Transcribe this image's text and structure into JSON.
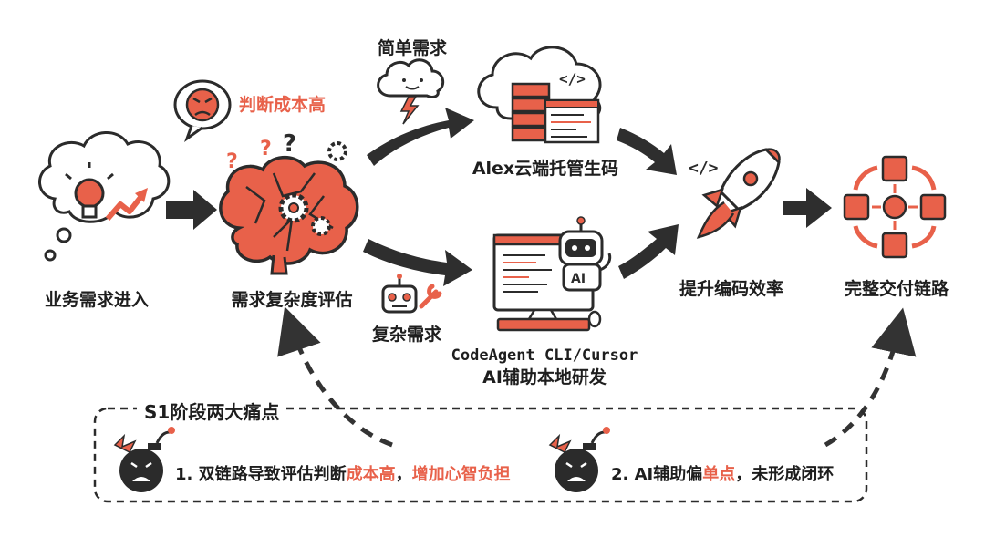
{
  "flow": {
    "input": "业务需求进入",
    "evaluate": "需求复杂度评估",
    "judge_cost": "判断成本高",
    "simple_req": "简单需求",
    "complex_req": "复杂需求",
    "alex": "Alex云端托管生码",
    "codeagent_line1": "CodeAgent CLI/Cursor",
    "codeagent_line2": "AI辅助本地研发",
    "efficiency": "提升编码效率",
    "complete": "完整交付链路"
  },
  "icons": {
    "idea": "lightbulb-idea-icon",
    "brain": "brain-gears-icon",
    "angry": "angry-face-bubble-icon",
    "cloud": "cloud-lightning-icon",
    "server": "cloud-server-code-icon",
    "robot": "robot-wrench-icon",
    "computer": "computer-ai-robot-icon",
    "rocket": "rocket-code-icon",
    "loop": "workflow-loop-icon",
    "bomb": "bomb-face-icon"
  },
  "panel": {
    "title": "S1阶段两大痛点",
    "pain1_pre": "1. 双链路导致评估判断",
    "pain1_red1": "成本高",
    "pain1_mid": "，",
    "pain1_red2": "增加心智负担",
    "pain2_pre": "2. AI辅助偏",
    "pain2_red": "单点",
    "pain2_post": "，未形成闭环"
  },
  "colors": {
    "accent": "#e8614a",
    "ink": "#2b2b2b",
    "arrow": "#333333"
  }
}
